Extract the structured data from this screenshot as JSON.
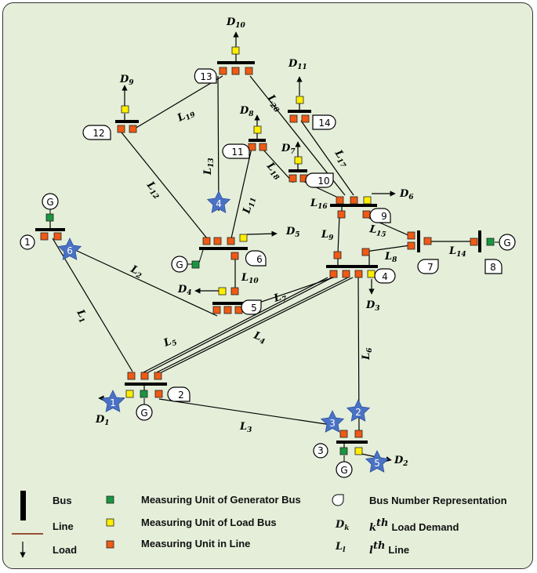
{
  "colors": {
    "generator_unit": "#1a9640",
    "load_unit": "#ffee00",
    "line_unit": "#f05a14",
    "star": "#4a72c4",
    "line": "#000000",
    "legend_line": "#8b3a1a",
    "background": "#e4eed9"
  },
  "buses": [
    "1",
    "2",
    "3",
    "4",
    "5",
    "6",
    "7",
    "8",
    "9",
    "10",
    "11",
    "12",
    "13",
    "14"
  ],
  "stars": [
    "1",
    "2",
    "3",
    "4",
    "5",
    "6"
  ],
  "generator_label": "G",
  "loads": [
    {
      "d": "D",
      "k": "10"
    },
    {
      "d": "D",
      "k": "9"
    },
    {
      "d": "D",
      "k": "11"
    },
    {
      "d": "D",
      "k": "8"
    },
    {
      "d": "D",
      "k": "7"
    },
    {
      "d": "D",
      "k": "6"
    },
    {
      "d": "D",
      "k": "5"
    },
    {
      "d": "D",
      "k": "4"
    },
    {
      "d": "D",
      "k": "3"
    },
    {
      "d": "D",
      "k": "1"
    },
    {
      "d": "D",
      "k": "2"
    }
  ],
  "lines": [
    {
      "l": "L",
      "k": "20"
    },
    {
      "l": "L",
      "k": "19"
    },
    {
      "l": "L",
      "k": "17"
    },
    {
      "l": "L",
      "k": "13"
    },
    {
      "l": "L",
      "k": "18"
    },
    {
      "l": "L",
      "k": "12"
    },
    {
      "l": "L",
      "k": "11"
    },
    {
      "l": "L",
      "k": "16"
    },
    {
      "l": "L",
      "k": "15"
    },
    {
      "l": "L",
      "k": "9"
    },
    {
      "l": "L",
      "k": "14"
    },
    {
      "l": "L",
      "k": "8"
    },
    {
      "l": "L",
      "k": "2"
    },
    {
      "l": "L",
      "k": "10"
    },
    {
      "l": "L",
      "k": "7"
    },
    {
      "l": "L",
      "k": "1"
    },
    {
      "l": "L",
      "k": "4"
    },
    {
      "l": "L",
      "k": "5"
    },
    {
      "l": "L",
      "k": "6"
    },
    {
      "l": "L",
      "k": "3"
    }
  ],
  "legend": {
    "bus": "Bus",
    "line": "Line",
    "load": "Load",
    "gen_unit": "Measuring Unit of Generator Bus",
    "load_unit": "Measuring Unit of Load Bus",
    "line_unit": "Measuring Unit in Line",
    "bus_number": "Bus Number Representation",
    "dk_symbol": "D",
    "dk_sub": "k",
    "dk_k": "k",
    "dk_th": "th",
    "dk_text": "Load Demand",
    "ll_symbol": "L",
    "ll_sub": "l",
    "ll_l": "l",
    "ll_th": "th",
    "ll_text": "Line"
  }
}
